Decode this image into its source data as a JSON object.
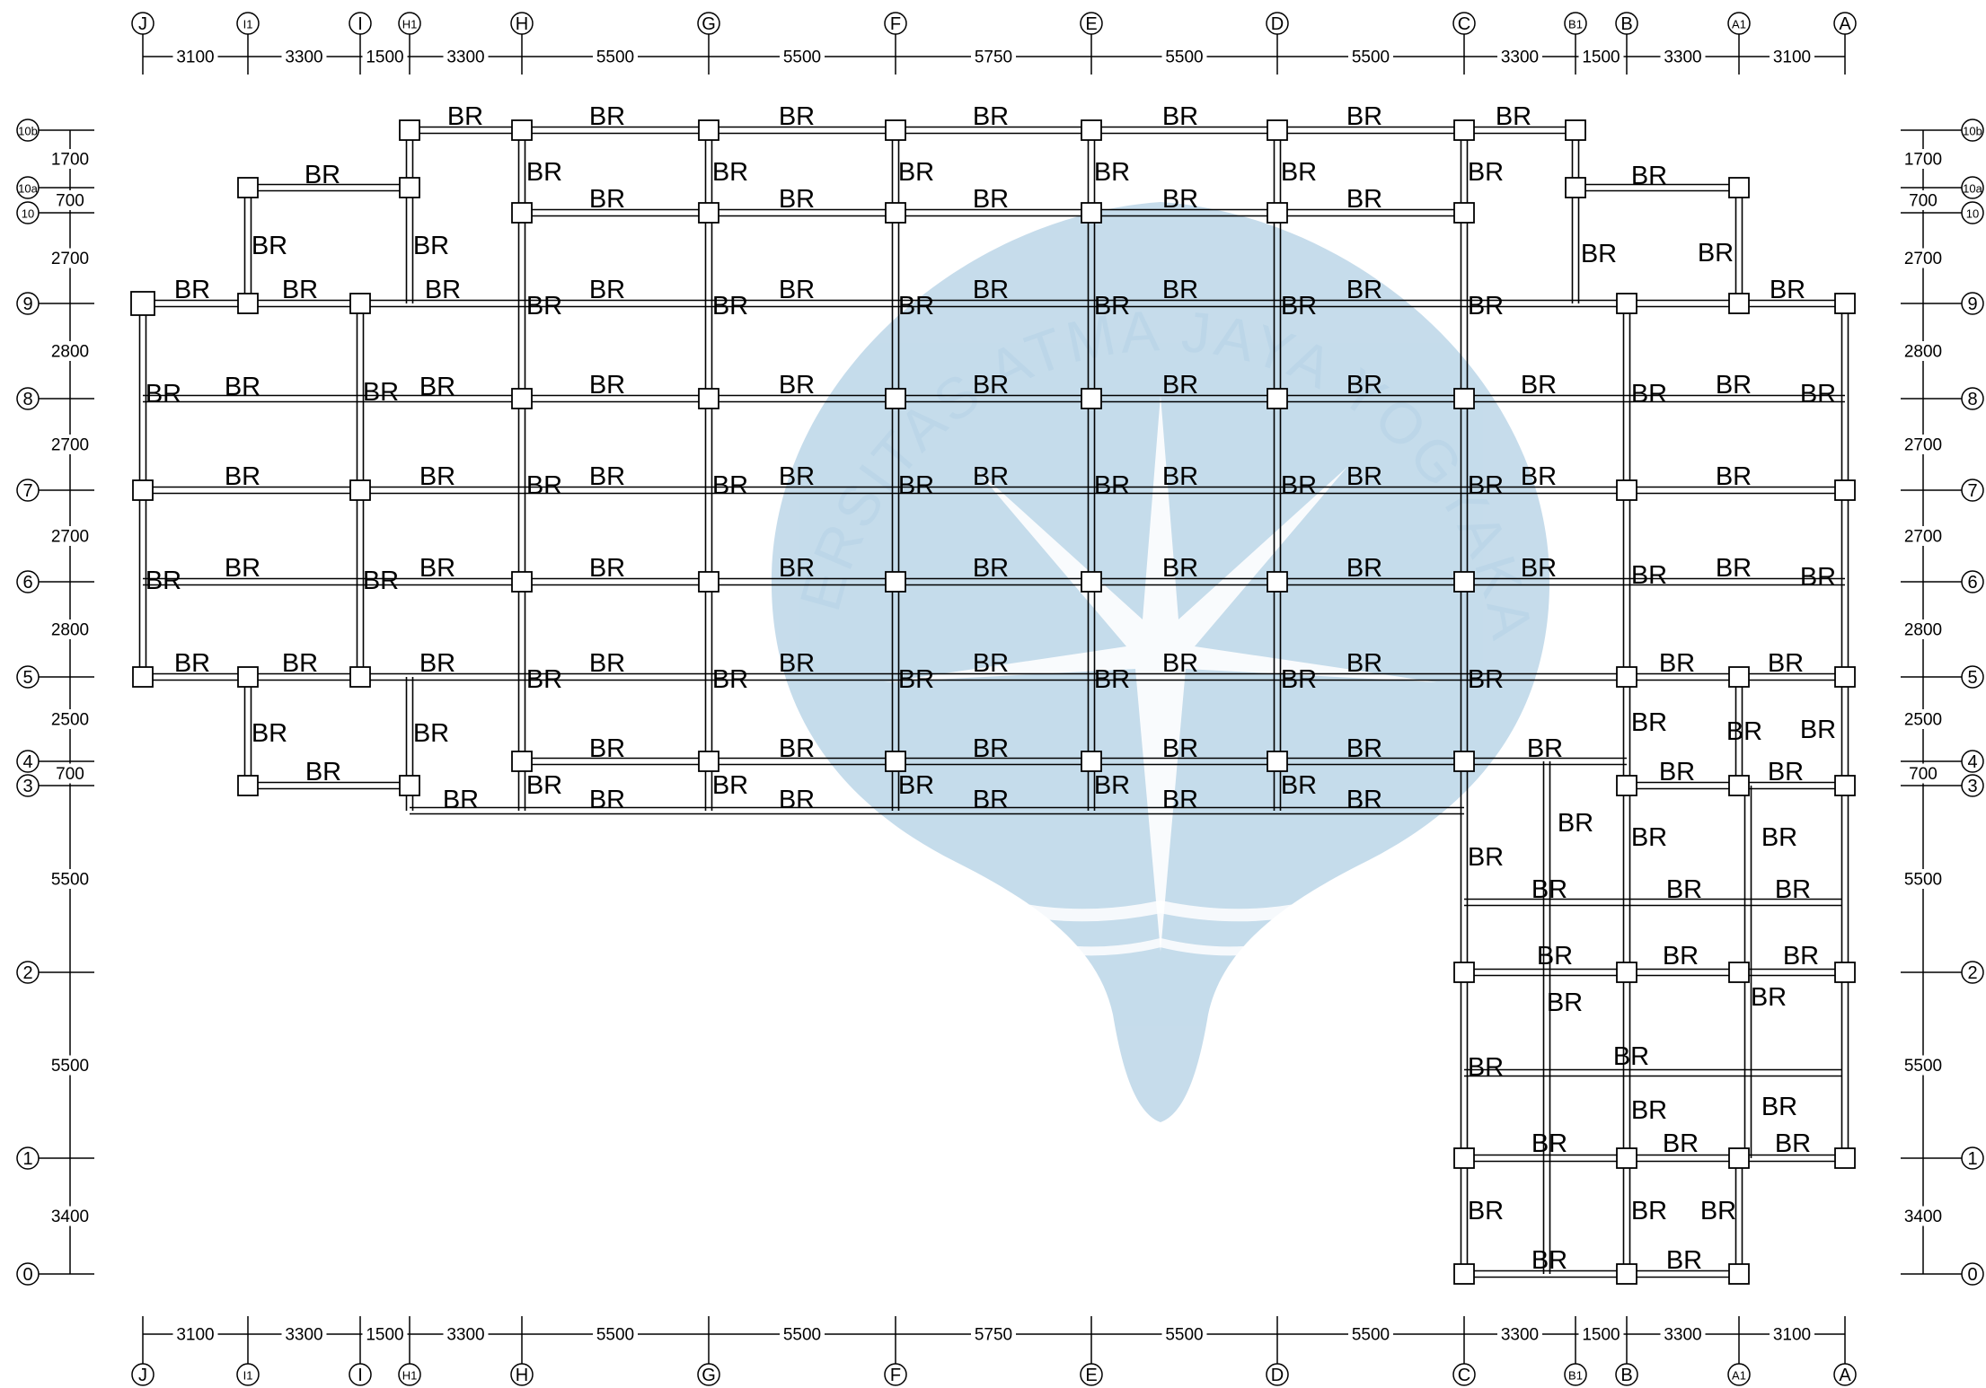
{
  "drawing": {
    "beam_label": "BR",
    "watermark_text": "UNIVERSITAS ATMA JAYA YOGYAKARTA",
    "watermark_color": "#bcd6e8",
    "line_color": "#000000"
  },
  "grid_x": [
    {
      "name": "J"
    },
    {
      "name": "I1"
    },
    {
      "name": "I"
    },
    {
      "name": "H1"
    },
    {
      "name": "H"
    },
    {
      "name": "G"
    },
    {
      "name": "F"
    },
    {
      "name": "E"
    },
    {
      "name": "D"
    },
    {
      "name": "C"
    },
    {
      "name": "B1"
    },
    {
      "name": "B"
    },
    {
      "name": "A1"
    },
    {
      "name": "A"
    }
  ],
  "dims_x": [
    "3100",
    "3300",
    "1500",
    "3300",
    "5500",
    "5500",
    "5750",
    "5500",
    "5500",
    "3300",
    "1500",
    "3300",
    "3100"
  ],
  "grid_y": [
    {
      "name": "10b"
    },
    {
      "name": "10a"
    },
    {
      "name": "10"
    },
    {
      "name": "9"
    },
    {
      "name": "8"
    },
    {
      "name": "7"
    },
    {
      "name": "6"
    },
    {
      "name": "5"
    },
    {
      "name": "4"
    },
    {
      "name": "3"
    },
    {
      "name": "2"
    },
    {
      "name": "1"
    },
    {
      "name": "0"
    }
  ],
  "dims_y": [
    "1700",
    "700",
    "2700",
    "2800",
    "2700",
    "2700",
    "2800",
    "2500",
    "700",
    "5500",
    "5500",
    "3400"
  ]
}
